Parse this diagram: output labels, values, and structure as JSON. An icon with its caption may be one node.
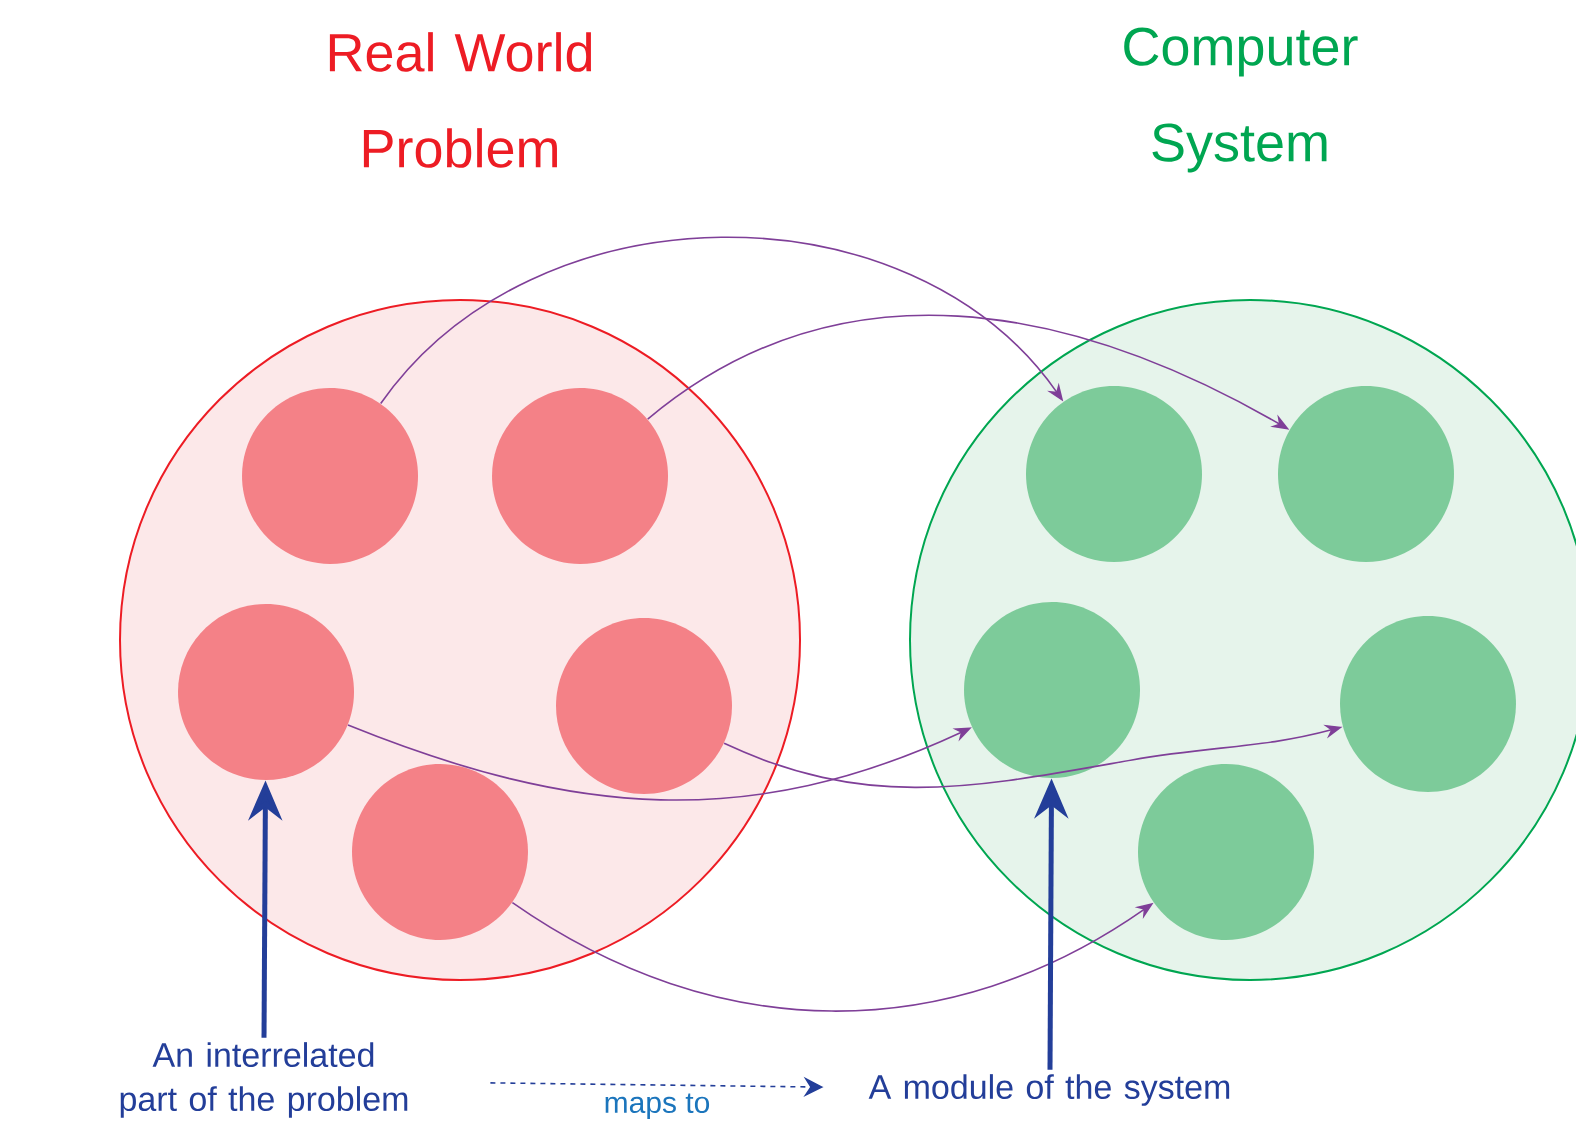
{
  "diagram": {
    "nodes": [
      {
        "text": [
          "Real World Problem"
        ]
      },
      {
        "text": [],
        "shape": "circle",
        "in": 0
      },
      {
        "text": [],
        "shape": "circle",
        "in": 0
      },
      {
        "text": [],
        "shape": "circle",
        "in": 0
      },
      {
        "text": [],
        "shape": "circle",
        "in": 0
      },
      {
        "text": [],
        "shape": "circle",
        "in": 0
      },
      {
        "text": [
          "Computer System"
        ]
      },
      {
        "text": [],
        "shape": "circle",
        "in": 6
      },
      {
        "text": [],
        "shape": "circle",
        "in": 6
      },
      {
        "text": [],
        "shape": "circle",
        "in": 6
      },
      {
        "text": [],
        "shape": "circle",
        "in": 6
      },
      {
        "text": [],
        "shape": "circle",
        "in": 6
      },
      {
        "text": [
          "An interrelated part of the problem"
        ]
      },
      {
        "text": [
          "A module of the system"
        ]
      }
    ],
    "edges": [
      {
        "from": 1,
        "to": 7,
        "arrow": "to"
      },
      {
        "from": 2,
        "to": 8,
        "arrow": "to"
      },
      {
        "from": 3,
        "to": 9,
        "arrow": "to"
      },
      {
        "from": 4,
        "to": 10,
        "arrow": "to"
      },
      {
        "from": 5,
        "to": 11,
        "arrow": "to"
      },
      {
        "from": 12,
        "to": 3,
        "arrow": "to",
        "style": "thick",
        "color": "#233e99"
      },
      {
        "from": 13,
        "to": 9,
        "arrow": "to",
        "style": "thick",
        "color": "#233e99"
      },
      {
        "from": 12,
        "to": 13,
        "arrow": "to",
        "label": "maps to",
        "style": "dashed",
        "color": "#233e99"
      }
    ]
  }
}
